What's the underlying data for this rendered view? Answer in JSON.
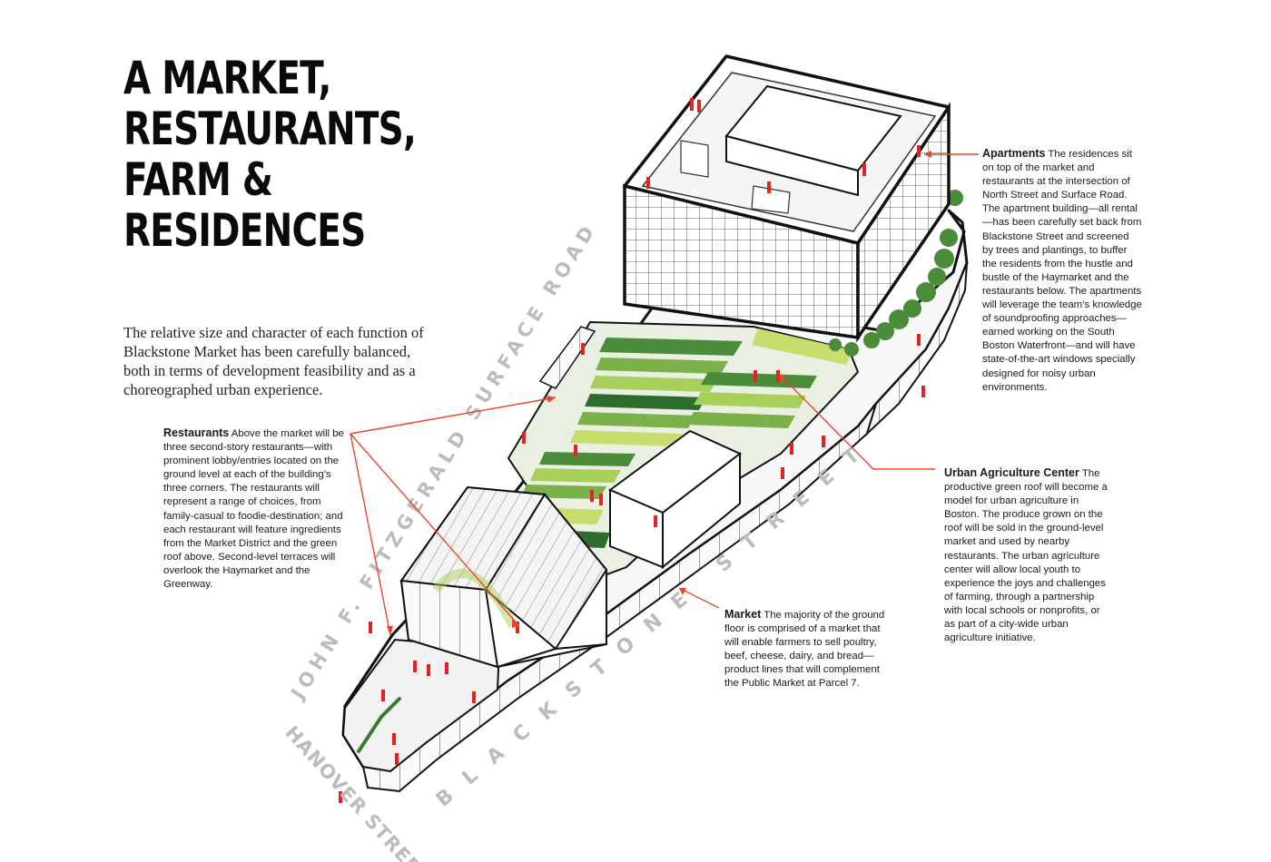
{
  "title_lines": [
    "A MARKET,",
    "RESTAURANTS,",
    "FARM &",
    "RESIDENCES"
  ],
  "intro": "The relative size and character of each function of Blackstone Market has been carefully balanced, both in terms of development feasibility and as a choreographed urban experience.",
  "callouts": {
    "restaurants": {
      "heading": "Restaurants",
      "text": " Above the market will be three second-story restaurants—with prominent lobby/entries located on the ground level at each of the building’s three corners. The restaurants will represent a range of choices, from family-casual to foodie-destination; and each restaurant will feature ingredients from the Market District and the green roof above. Second-level terraces will overlook the Haymarket and the Greenway."
    },
    "apartments": {
      "heading": "Apartments",
      "text": " The residences sit on top of the market and restaurants at the intersection of North Street and Surface Road. The apartment building—all rental—has been carefully set back from Blackstone Street and screened by trees and plantings, to buffer the residents from the hustle and bustle of the Haymarket and the restaurants below. The apartments will leverage the team’s knowledge of soundproofing approaches—earned working on the South Boston Waterfront—and will have state-of-the-art windows specially designed for noisy urban environments."
    },
    "urban_agriculture": {
      "heading": "Urban Agriculture Center",
      "text": " The productive green roof will become a model for urban agriculture in Boston. The produce grown on the roof will be sold in the ground-level market and used by nearby restaurants. The urban agriculture center will allow local youth to experience the joys and challenges of farming, through a partnership with local schools or nonprofits, or as part of a city-wide urban agriculture initiative."
    },
    "market": {
      "heading": "Market",
      "text": " The majority of the ground floor is comprised of a market that will enable farmers to sell poultry, beef, cheese, dairy, and bread—product lines that will complement the Public Market at Parcel 7."
    }
  },
  "streets": {
    "surface_road": "JOHN F. FITZGERALD SURFACE ROAD",
    "blackstone": "BLACKSTONE STREET",
    "hanover": "HANOVER STREET"
  },
  "colors": {
    "accent": "#e8472e",
    "people": "#e02424",
    "greens": [
      "#2e6b2e",
      "#4a8c3a",
      "#7bb04a",
      "#a8cf5a",
      "#c6de6e"
    ]
  }
}
